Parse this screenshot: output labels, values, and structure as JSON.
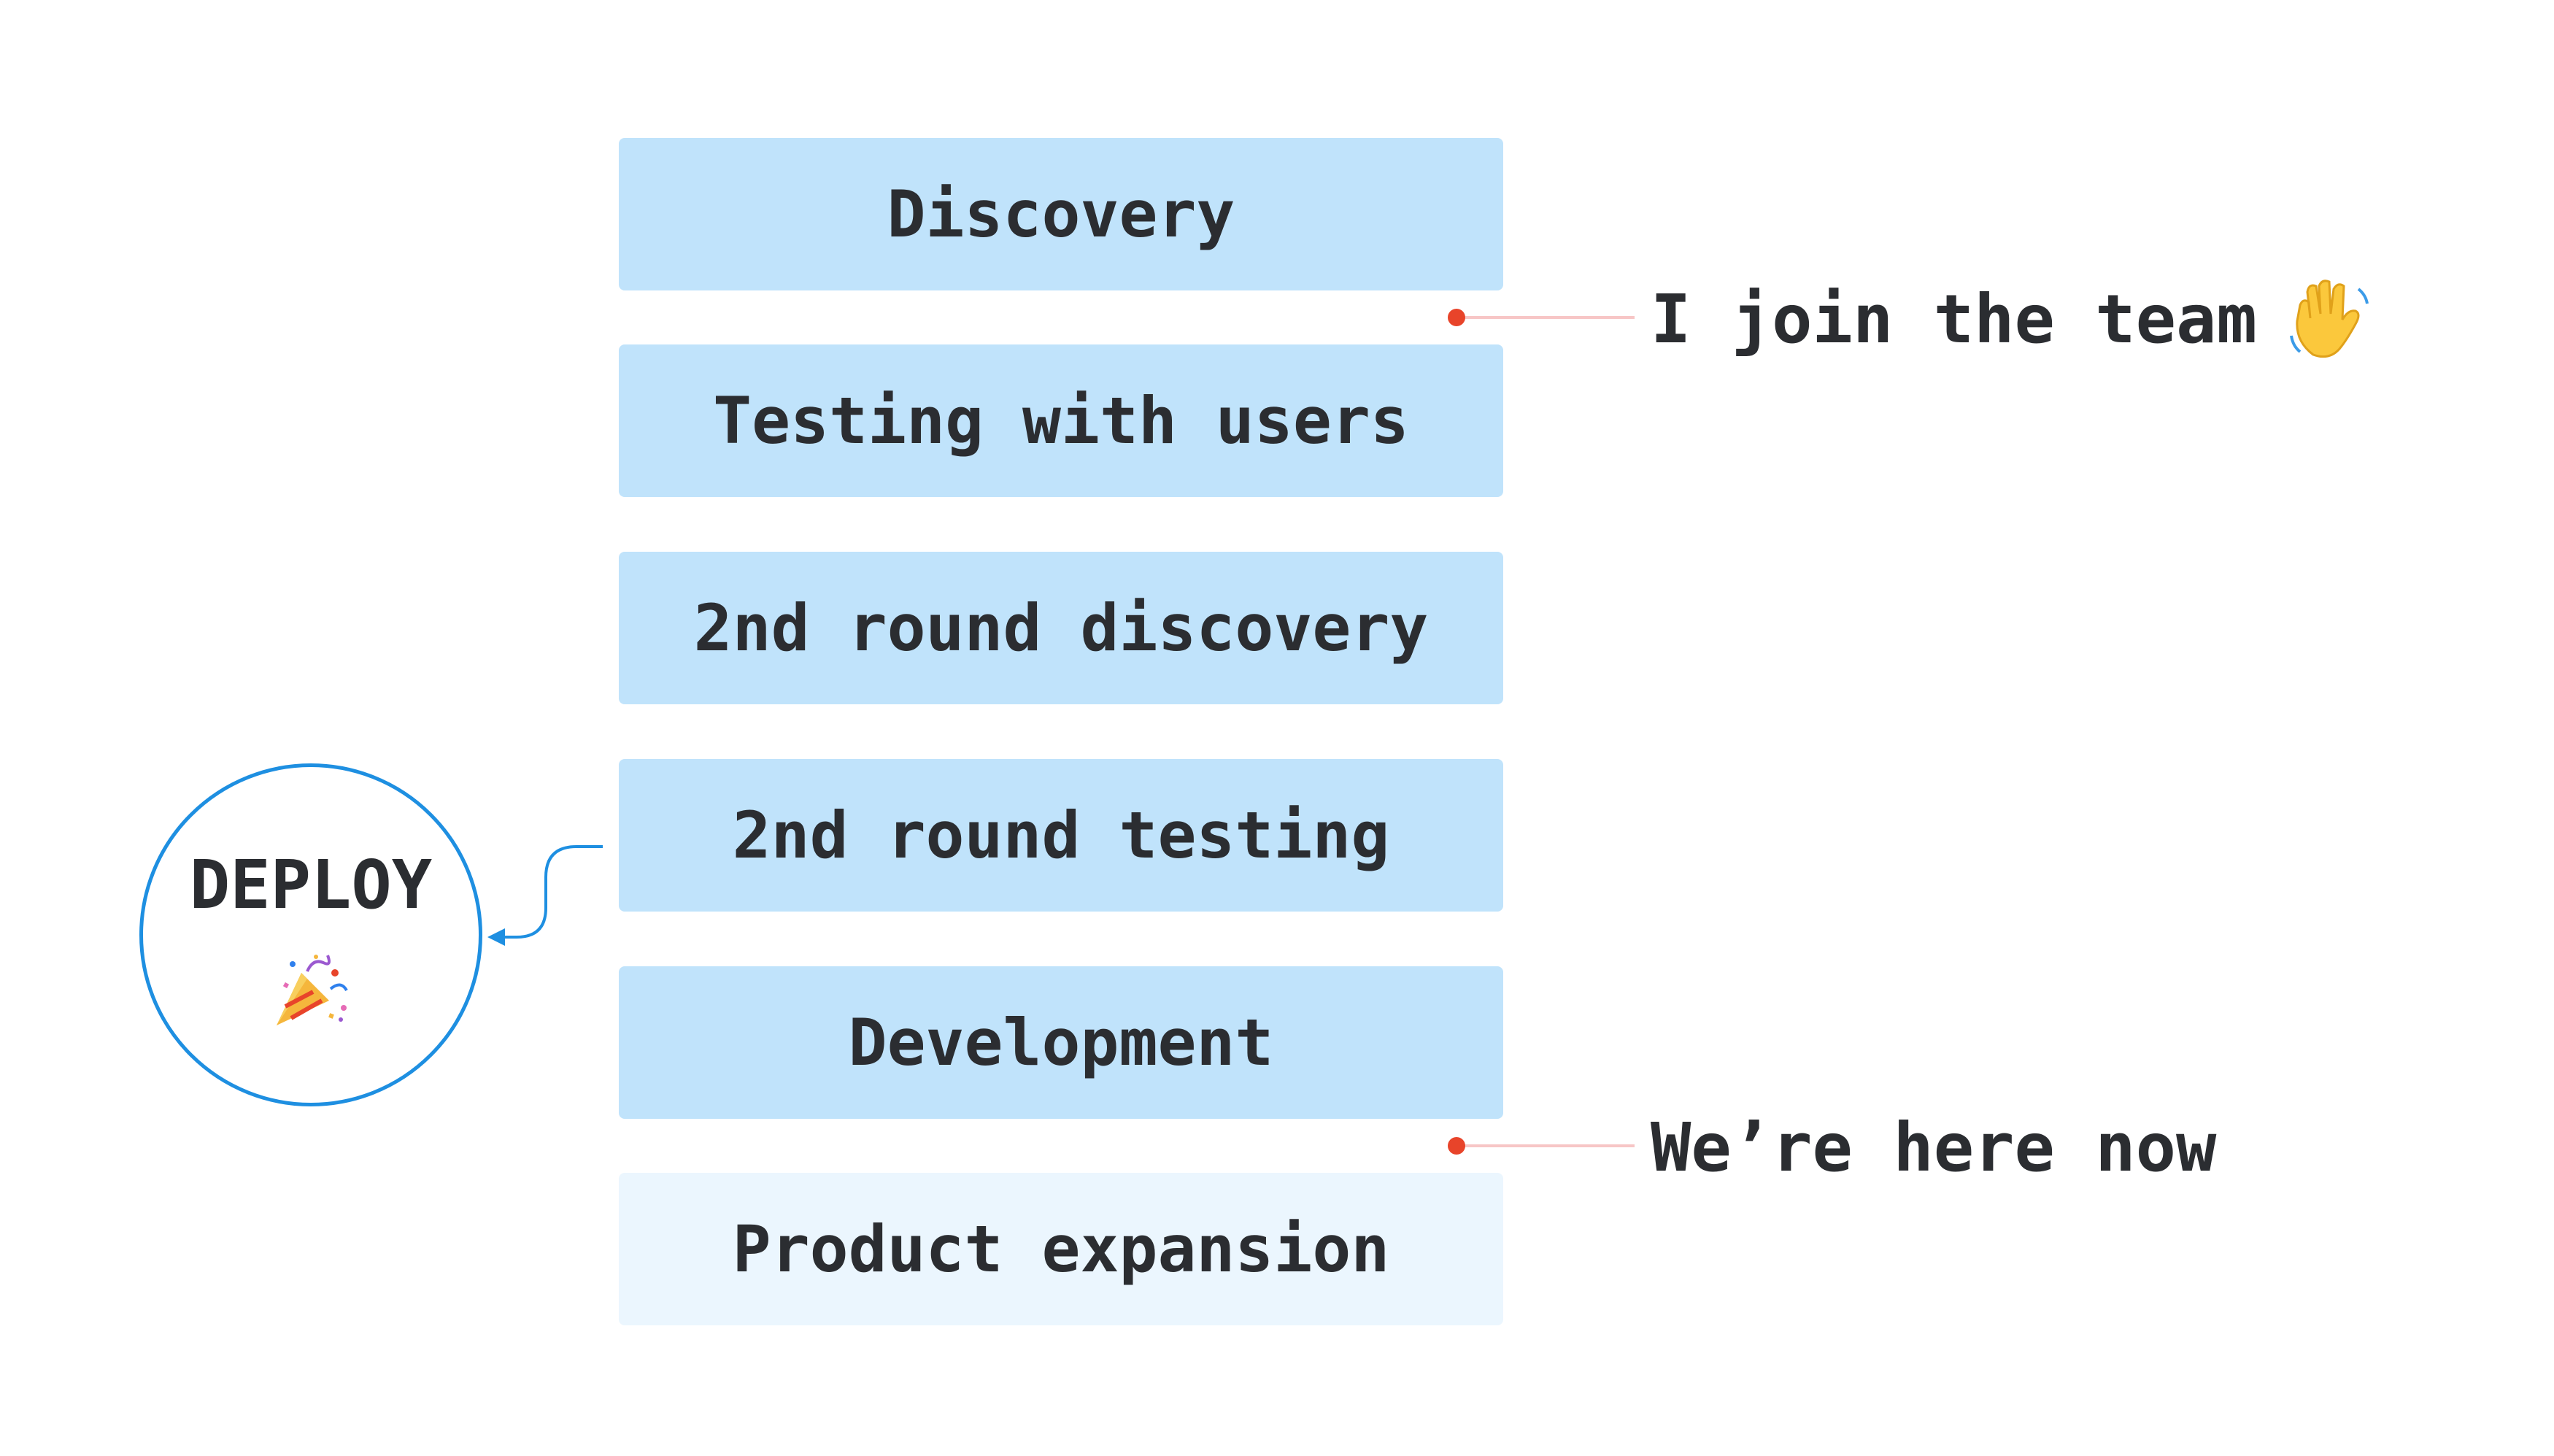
{
  "stages": [
    {
      "label": "Discovery",
      "status": "done"
    },
    {
      "label": "Testing with users",
      "status": "done"
    },
    {
      "label": "2nd round discovery",
      "status": "done"
    },
    {
      "label": "2nd round testing",
      "status": "done"
    },
    {
      "label": "Development",
      "status": "done"
    },
    {
      "label": "Product expansion",
      "status": "upcoming"
    }
  ],
  "deploy": {
    "label": "DEPLOY",
    "icon": "party-popper-icon"
  },
  "markers": [
    {
      "label": "I join the team",
      "icon": "waving-hand-icon"
    },
    {
      "label": "We’re here now"
    }
  ],
  "colors": {
    "stage_done": "#c0e3fb",
    "stage_upcoming": "#ebf6fe",
    "marker_dot": "#e8442a",
    "marker_line": "#f7c6c6",
    "deploy_accent": "#1e8fe1",
    "text": "#2b2d31"
  }
}
